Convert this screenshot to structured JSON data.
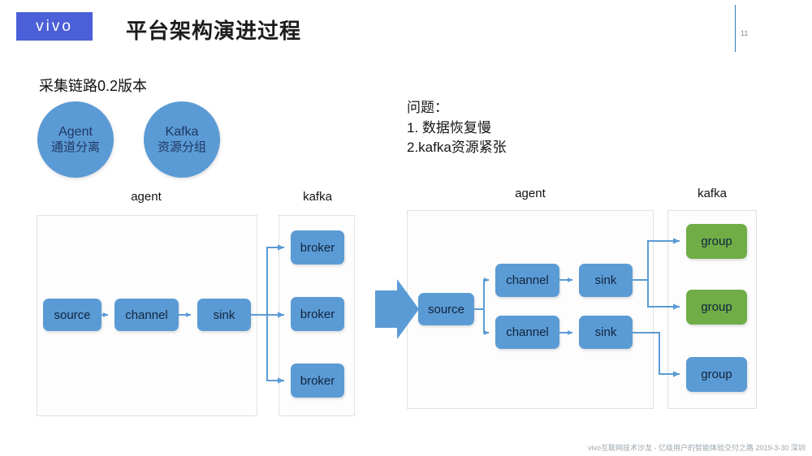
{
  "header": {
    "logo_text": "vivo",
    "logo_color": "#4a5fd8",
    "title": "平台架构演进过程",
    "page_number": "11",
    "rule_color": "#2e7eb8"
  },
  "section": {
    "label": "采集链路0.2版本"
  },
  "circles": [
    {
      "name": "agent-circle",
      "line1": "Agent",
      "line2": "通道分离",
      "color": "#5b9bd5"
    },
    {
      "name": "kafka-circle",
      "line1": "Kafka",
      "line2": "资源分组",
      "color": "#5b9bd5"
    }
  ],
  "note": {
    "line1": "问题：",
    "line2": "1. 数据恢复慢",
    "line3": "2.kafka资源紧张"
  },
  "left_diagram": {
    "agent_label": "agent",
    "kafka_label": "kafka",
    "agent_nodes": [
      "source",
      "channel",
      "sink"
    ],
    "kafka_nodes": [
      "broker",
      "broker",
      "broker"
    ],
    "node_color": "#5b9bd5",
    "connector_color": "#5b9bd5"
  },
  "transition": {
    "arrow_name": "evolution-arrow",
    "arrow_color": "#5b9bd5"
  },
  "right_diagram": {
    "agent_label": "agent",
    "kafka_label": "kafka",
    "source": "source",
    "channels": [
      "channel",
      "channel"
    ],
    "sinks": [
      "sink",
      "sink"
    ],
    "kafka_nodes": [
      {
        "label": "group",
        "color": "#70ad47"
      },
      {
        "label": "group",
        "color": "#70ad47"
      },
      {
        "label": "group",
        "color": "#5b9bd5"
      }
    ],
    "node_color": "#5b9bd5",
    "connector_color": "#5b9bd5"
  },
  "footer": {
    "text": "vivo互联网技术沙龙 - 亿级用户的智能体验交付之路  2019-3-30 深圳"
  }
}
